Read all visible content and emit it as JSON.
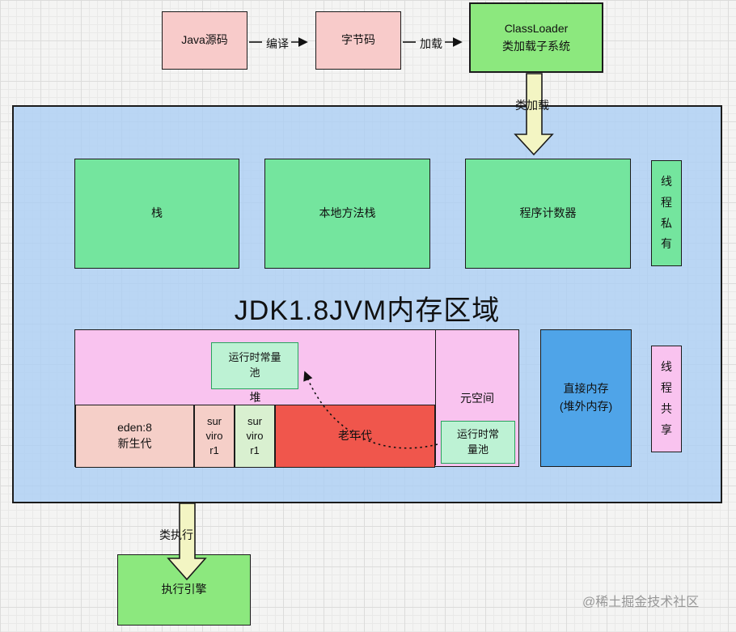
{
  "flow": {
    "java_source": "Java源码",
    "compile": "编译",
    "bytecode": "字节码",
    "load": "加载",
    "classloader": "ClassLoader\n类加载子系统",
    "class_load": "类加载",
    "class_exec": "类执行",
    "execution_engine": "执行引擎"
  },
  "jvm": {
    "title": "JDK1.8JVM内存区域",
    "stack": "栈",
    "native_method_stack": "本地方法栈",
    "program_counter": "程序计数器",
    "thread_private": "线\n程\n私\n有",
    "heap": "堆",
    "runtime_constant_pool_heap": "运行时常量\n池",
    "eden": "eden:8\n新生代",
    "survivor_1": "sur\nviro\nr1",
    "survivor_2": "sur\nviro\nr1",
    "old_gen": "老年代",
    "metaspace": "元空间",
    "runtime_constant_pool_meta": "运行时常\n量池",
    "direct_memory": "直接内存\n(堆外内存)",
    "thread_shared": "线\n程\n共\n享"
  },
  "watermark": "@稀土掘金技术社区",
  "colors": {
    "container_blue": "#cfe2f6",
    "flow_green": "#8ce87e",
    "memory_green": "#74e59e",
    "box_pink": "#f8cbca",
    "heap_pink": "#f9c3ef",
    "eden_salmon": "#f5cfc8",
    "survivor_green": "#d9f0d0",
    "old_gen_red": "#f0564c",
    "pool_mint": "#bdf2d4",
    "pool_border_green": "#27a45c",
    "direct_blue": "#4fa4e8",
    "block_arrow_yellow": "#f3f5c3"
  }
}
